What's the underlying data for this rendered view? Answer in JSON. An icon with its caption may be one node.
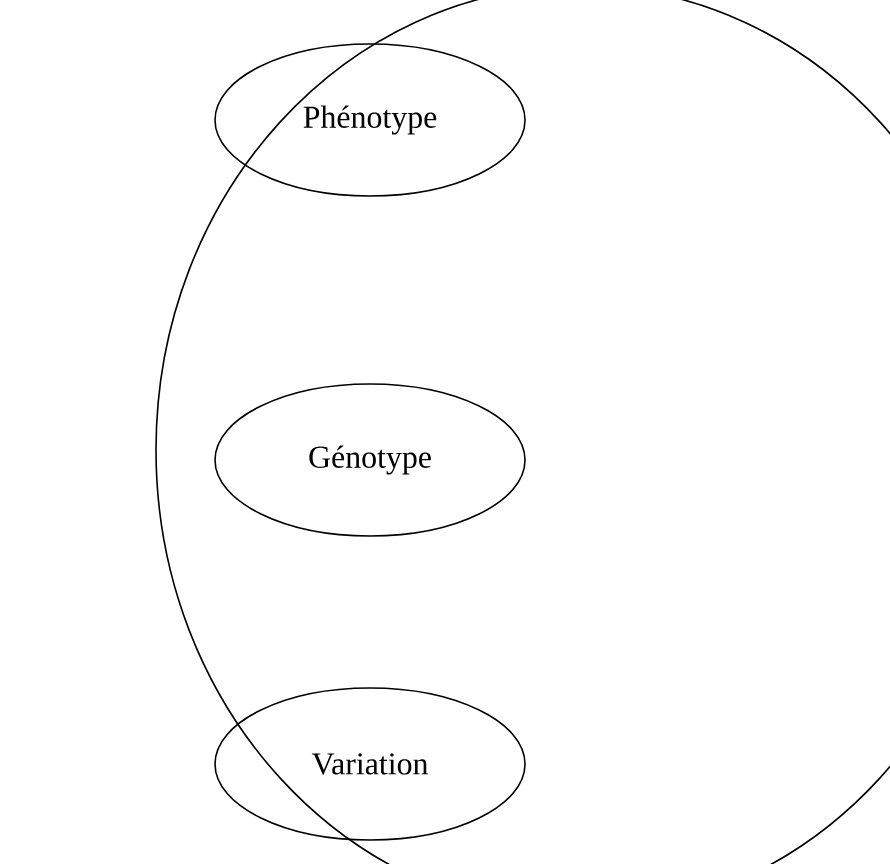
{
  "diagram": {
    "nodes": [
      {
        "text": [],
        "shape": "circle"
      },
      {
        "text": [
          "Phénotype"
        ],
        "in": 0
      },
      {
        "text": [
          "Génotype"
        ],
        "in": 0
      },
      {
        "text": [
          "Variation"
        ],
        "in": 0
      }
    ]
  }
}
